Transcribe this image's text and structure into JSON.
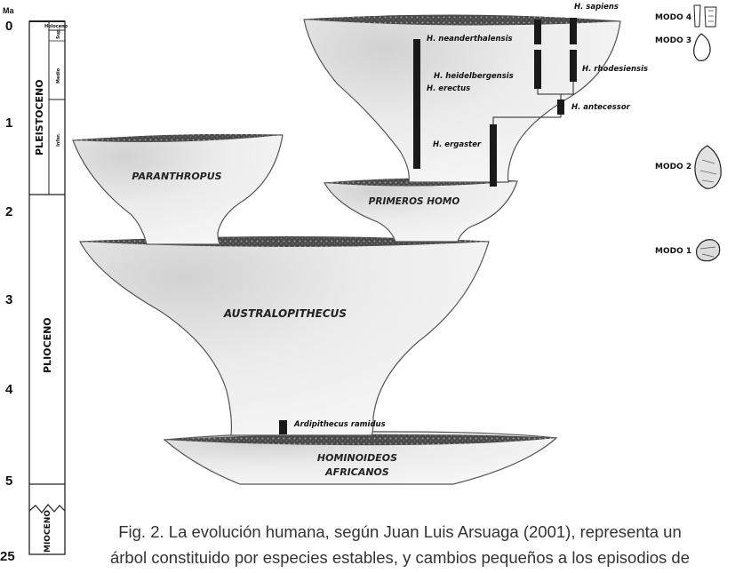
{
  "axis": {
    "unit": "Ma",
    "ticks": [
      "0",
      "1",
      "2",
      "3",
      "4",
      "5",
      "25"
    ],
    "epochs": [
      "PLEISTOCENO",
      "PLIOCENO",
      "MIOCENO"
    ],
    "sub_labels": [
      "Holoceno",
      "Sup.",
      "Medio",
      "Infer."
    ]
  },
  "groups": {
    "paranthropus": "PARANTHROPUS",
    "primeros_homo": "PRIMEROS HOMO",
    "australopithecus": "AUSTRALOPITHECUS",
    "hominoideos_line1": "HOMINOIDEOS",
    "hominoideos_line2": "AFRICANOS"
  },
  "species": {
    "sapiens": "H. sapiens",
    "neanderthalensis": "H. neanderthalensis",
    "heidelbergensis": "H. heidelbergensis",
    "rhodesiensis": "H. rhodesiensis",
    "erectus": "H. erectus",
    "antecessor": "H. antecessor",
    "ergaster": "H. ergaster",
    "ardipithecus": "Ardipithecus ramidus"
  },
  "modes": {
    "modo4": "MODO 4",
    "modo3": "MODO 3",
    "modo2": "MODO 2",
    "modo1": "MODO 1"
  },
  "caption": {
    "line1": "Fig. 2. La evolución humana, según Juan Luis Arsuaga (2001), representa un",
    "line2": "árbol constituido por especies estables, y cambios pequeños a los episodios de"
  },
  "colors": {
    "fill": "#e9e9e9",
    "rim": "#5a5a5a",
    "bar": "#1a1a1a",
    "caption": "#333333"
  }
}
